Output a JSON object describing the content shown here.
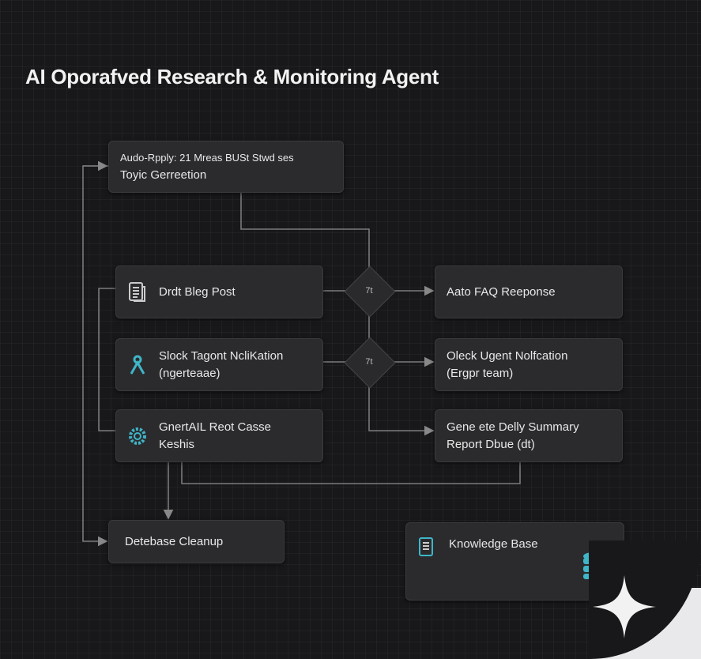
{
  "title": "AI Oporafved Research & Monitoring Agent",
  "nodes": {
    "topic": {
      "line1": "Audo-Rpply: 21 Mreas BUSt Stwd ses",
      "line2": "Toyic Gerreetion"
    },
    "draft_blog": {
      "label": "Drdt Bleg Post",
      "icon": "document-icon"
    },
    "auto_faq": {
      "label": "Aato FAQ Reeponse"
    },
    "slack": {
      "line1": "Slock Tagont NcliKation",
      "line2": "(ngerteaae)",
      "icon": "slack-icon"
    },
    "check_urgent": {
      "line1": "Oleck Ugent Nolfcation",
      "line2": "(Ergpr team)"
    },
    "gen_ai": {
      "line1": "GnertAIL Reot Casse",
      "line2": "Keshis",
      "icon": "gear-icon"
    },
    "daily_summary": {
      "line1": "Gene ete Delly Summary",
      "line2": "Report Dbue (dt)"
    },
    "database": {
      "label": "Detebase Cleanup"
    },
    "knowledge": {
      "label": "Knowledge Base",
      "icon": "database-icon"
    }
  },
  "decisions": [
    "7t",
    "7t"
  ],
  "colors": {
    "accent": "#3fb6c8",
    "background": "#18181a",
    "node": "#2b2b2e"
  }
}
